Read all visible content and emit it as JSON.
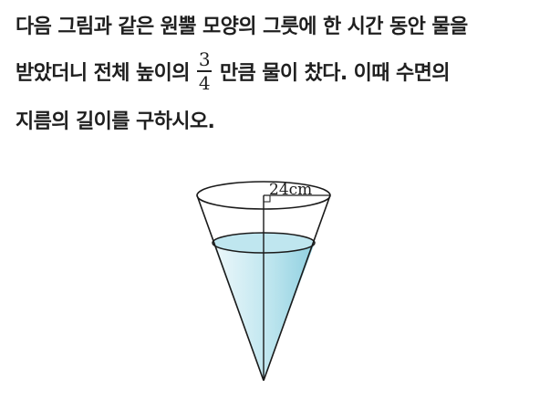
{
  "problem": {
    "line1": "다음 그림과 같은 원뿔 모양의 그릇에 한 시간 동안 물을",
    "line2_before": "받았더니 전체 높이의",
    "fraction": {
      "numerator": "3",
      "denominator": "4"
    },
    "line2_after": "만큼 물이 찼다. 이때 수면의",
    "line3": "지름의 길이를 구하시오."
  },
  "figure": {
    "height_label": "24cm",
    "water_color": "#bfe6ef",
    "stroke_color": "#1a1a1a"
  }
}
